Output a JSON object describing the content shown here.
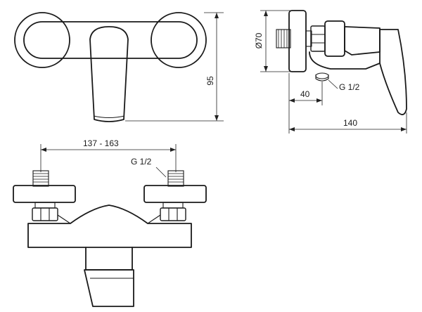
{
  "dimensions": {
    "height_top_view": "95",
    "diameter_side": "Ø70",
    "offset_side": "40",
    "thread_side": "G 1/2",
    "depth_side": "140",
    "spacing_front": "137 - 163",
    "thread_front": "G 1/2"
  }
}
